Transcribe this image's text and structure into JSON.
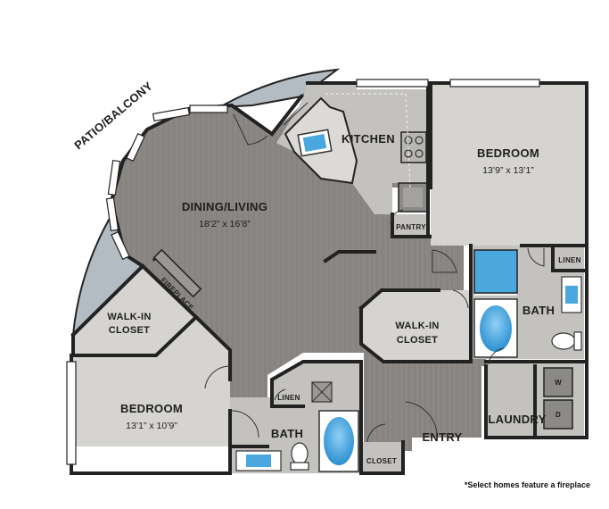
{
  "rooms": {
    "patio": {
      "label": "PATIO/BALCONY"
    },
    "kitchen": {
      "label": "KITCHEN"
    },
    "dining_living": {
      "label": "DINING/LIVING",
      "dims": "18’2” x 16’8”"
    },
    "bedroom_main": {
      "label": "BEDROOM",
      "dims": "13’9” x 13’1”"
    },
    "bedroom_second": {
      "label": "BEDROOM",
      "dims": "13’1” x 10’9”"
    },
    "pantry": {
      "label": "PANTRY"
    },
    "linen_upper": {
      "label": "LINEN"
    },
    "linen_lower": {
      "label": "LINEN"
    },
    "bath_main": {
      "label": "BATH"
    },
    "bath_second": {
      "label": "BATH"
    },
    "walkin_closet_main": {
      "label_line1": "WALK-IN",
      "label_line2": "CLOSET"
    },
    "walkin_closet_second": {
      "label_line1": "WALK-IN",
      "label_line2": "CLOSET"
    },
    "fireplace": {
      "label": "FIREPLACE",
      "marker": "*"
    },
    "laundry": {
      "label": "LAUNDRY",
      "washer": "W",
      "dryer": "D"
    },
    "entry": {
      "label": "ENTRY"
    },
    "closet": {
      "label": "CLOSET"
    }
  },
  "footnote": "*Select homes feature a fireplace",
  "colors": {
    "floor_wood": "#8a8784",
    "bedroom_carpet": "#d5d4d1",
    "tile": "#c4c2bf",
    "patio": "#b3bcc2",
    "wall": "#222222",
    "fixture_blue": "#4aa8df"
  }
}
